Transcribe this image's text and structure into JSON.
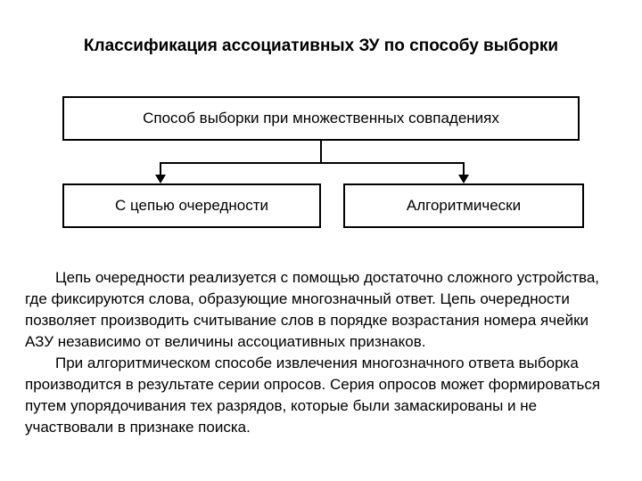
{
  "title": "Классификация ассоциативных ЗУ по способу выборки",
  "diagram": {
    "top_box": "Способ выборки при множественных совпадениях",
    "left_box": "С цепью очередности",
    "right_box": "Алгоритмически"
  },
  "paragraphs": [
    "Цепь очередности реализуется с помощью достаточно сложного устройства, где фиксируются слова, образующие многозначный ответ. Цепь очередности позволяет производить считывание слов в порядке возрастания номера ячейки АЗУ независимо от величины ассоциативных признаков.",
    "При алгоритмическом способе извлечения многозначного ответа выборка производится в результате серии опросов. Серия опросов может формироваться путем упорядочивания тех разрядов, которые были замаскированы и не участвовали в признаке поиска."
  ]
}
